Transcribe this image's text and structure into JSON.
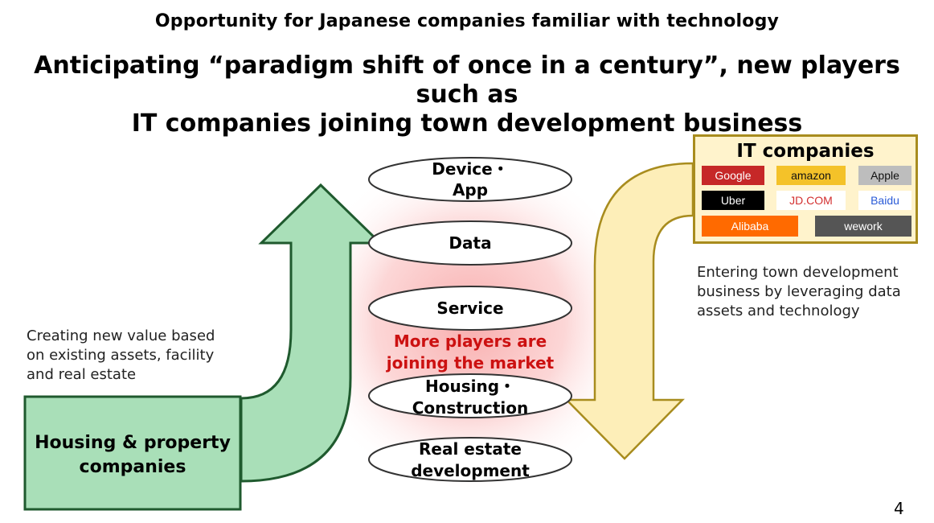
{
  "subtitle": "Opportunity for Japanese companies familiar with technology",
  "headline": {
    "line1": "Anticipating “paradigm shift of once in a century”, new players such as",
    "line2": "IT companies joining town development business"
  },
  "left_box": {
    "line1": "Housing & property",
    "line2": "companies"
  },
  "left_note": {
    "line1": "Creating new value based",
    "line2": "on existing assets, facility",
    "line3": "and real estate"
  },
  "layers": [
    {
      "line1": "Device・",
      "line2": "App"
    },
    {
      "line1": "Data"
    },
    {
      "line1": "Service"
    },
    {
      "line1": "Housing・",
      "line2": "Construction"
    },
    {
      "line1": "Real estate",
      "line2": "development"
    }
  ],
  "center_callout": {
    "line1": "More players are",
    "line2": "joining the market"
  },
  "it_box": {
    "title": "IT companies",
    "logos": {
      "google": "Google",
      "amazon": "amazon",
      "apple": "Apple",
      "uber": "Uber",
      "jdcom": "JD.COM",
      "baidu": "Baidu",
      "alibaba": "Alibaba",
      "wework": "wework"
    }
  },
  "right_note": {
    "line1": "Entering town development",
    "line2": "business by leveraging data",
    "line3": "assets and technology"
  },
  "page_number": "4",
  "colors": {
    "green_fill": "#a9dfb8",
    "green_border": "#1f5a2e",
    "yellow_fill": "#fdeeb8",
    "yellow_border": "#a88c1e",
    "callout_red": "#cc1111",
    "glow_pink": "#f8b9b9"
  }
}
